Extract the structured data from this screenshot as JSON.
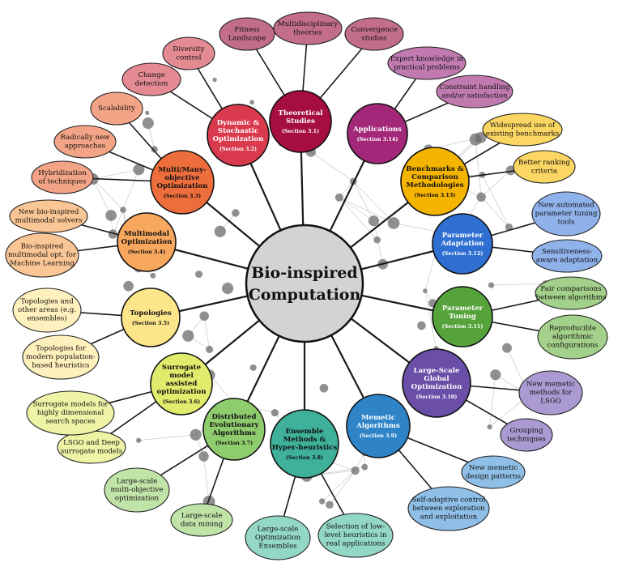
{
  "center": {
    "line1": "Bio-inspired",
    "line2": "Computation",
    "color": "#d3d3d3"
  },
  "hubs": [
    {
      "id": "theoretical",
      "lines": [
        "Theoretical",
        "Studies"
      ],
      "section": "(Section 3.1)",
      "color": "#a50e3f",
      "text_color": "#ffffff"
    },
    {
      "id": "applications",
      "lines": [
        "Applications"
      ],
      "section": "(Section 3.14)",
      "color": "#a3287a",
      "text_color": "#ffffff"
    },
    {
      "id": "benchmarks",
      "lines": [
        "Benchmarks &",
        "Comparison",
        "Methodologies"
      ],
      "section": "(Section 3.13)",
      "color": "#f5b400",
      "text_color": "#111111"
    },
    {
      "id": "param-adapt",
      "lines": [
        "Parameter",
        "Adaptation"
      ],
      "section": "(Section 3.12)",
      "color": "#2e6fd1",
      "text_color": "#ffffff"
    },
    {
      "id": "param-tuning",
      "lines": [
        "Parameter",
        "Tuning"
      ],
      "section": "(Section 3.11)",
      "color": "#56a33c",
      "text_color": "#ffffff"
    },
    {
      "id": "lsgo",
      "lines": [
        "Large-Scale",
        "Global",
        "Optimization"
      ],
      "section": "(Section 3.10)",
      "color": "#6a4ea8",
      "text_color": "#ffffff"
    },
    {
      "id": "memetic",
      "lines": [
        "Memetic",
        "Algorithms"
      ],
      "section": "(Section 3.9)",
      "color": "#2f84c8",
      "text_color": "#ffffff"
    },
    {
      "id": "ensemble",
      "lines": [
        "Ensemble",
        "Methods &",
        "Hyper-heuristics"
      ],
      "section": "(Section 3.8)",
      "color": "#3fb09a",
      "text_color": "#111111"
    },
    {
      "id": "distributed",
      "lines": [
        "Distributed",
        "Evolutionary",
        "Algorithms"
      ],
      "section": "(Section 3.7)",
      "color": "#8fcc6e",
      "text_color": "#111111"
    },
    {
      "id": "surrogate",
      "lines": [
        "Surrogate",
        "model",
        "assisted",
        "optimization"
      ],
      "section": "(Section 3.6)",
      "color": "#e2ec6c",
      "text_color": "#111111"
    },
    {
      "id": "topologies",
      "lines": [
        "Topologies"
      ],
      "section": "(Section 3.5)",
      "color": "#fde68a",
      "text_color": "#111111"
    },
    {
      "id": "multimodal",
      "lines": [
        "Multimodal",
        "Optimization"
      ],
      "section": "(Section 3.4)",
      "color": "#f8a75e",
      "text_color": "#111111"
    },
    {
      "id": "multiobj",
      "lines": [
        "Multi/Many-",
        "objective",
        "Optimization"
      ],
      "section": "(Section 3.3)",
      "color": "#ee6d3c",
      "text_color": "#111111"
    },
    {
      "id": "dynamic",
      "lines": [
        "Dynamic &",
        "Stochastic",
        "Optimization"
      ],
      "section": "(Section 3.2)",
      "color": "#d93a4d",
      "text_color": "#ffffff"
    }
  ],
  "leaves": [
    {
      "hub": "theoretical",
      "lines": [
        "Fitness",
        "Landscape"
      ],
      "color": "#c26e8a"
    },
    {
      "hub": "theoretical",
      "lines": [
        "Multidisciplinary",
        "theories"
      ],
      "color": "#c26e8a"
    },
    {
      "hub": "theoretical",
      "lines": [
        "Convergence",
        "studies"
      ],
      "color": "#c26e8a"
    },
    {
      "hub": "applications",
      "lines": [
        "Expert knowledge in",
        "practical problems"
      ],
      "color": "#c07ab0"
    },
    {
      "hub": "applications",
      "lines": [
        "Constraint handling",
        "and/or satisfaction"
      ],
      "color": "#c07ab0"
    },
    {
      "hub": "benchmarks",
      "lines": [
        "Widespread use of",
        "existing benchmarks"
      ],
      "color": "#fbd662"
    },
    {
      "hub": "benchmarks",
      "lines": [
        "Better ranking",
        "criteria"
      ],
      "color": "#fbd662"
    },
    {
      "hub": "param-adapt",
      "lines": [
        "New automated",
        "parameter tuning",
        "tools"
      ],
      "color": "#8fb2ea"
    },
    {
      "hub": "param-adapt",
      "lines": [
        "Sensitiveness-",
        "aware adaptation"
      ],
      "color": "#8fb2ea"
    },
    {
      "hub": "param-tuning",
      "lines": [
        "Fair comparisons",
        "between algorithms"
      ],
      "color": "#a3d08a"
    },
    {
      "hub": "param-tuning",
      "lines": [
        "Reproducible",
        "algorithmic",
        "configurations"
      ],
      "color": "#a3d08a"
    },
    {
      "hub": "lsgo",
      "lines": [
        "New memetic",
        "methods for",
        "LSGO"
      ],
      "color": "#aa9ad1"
    },
    {
      "hub": "lsgo",
      "lines": [
        "Grouping",
        "techniques"
      ],
      "color": "#aa9ad1"
    },
    {
      "hub": "memetic",
      "lines": [
        "New memetic",
        "design patterns"
      ],
      "color": "#8fbfe6"
    },
    {
      "hub": "memetic",
      "lines": [
        "Self-adaptive control",
        "between exploration",
        "and exploitation"
      ],
      "color": "#8fbfe6"
    },
    {
      "hub": "ensemble",
      "lines": [
        "Selection of low-",
        "level heuristics in",
        "real applications"
      ],
      "color": "#93d7c6"
    },
    {
      "hub": "ensemble",
      "lines": [
        "Large-scale",
        "Optimization",
        "Ensembles"
      ],
      "color": "#93d7c6"
    },
    {
      "hub": "distributed",
      "lines": [
        "Large-scale",
        "data mining"
      ],
      "color": "#c0e3a8"
    },
    {
      "hub": "distributed",
      "lines": [
        "Large-scale",
        "multi-objective",
        "optimization"
      ],
      "color": "#c0e3a8"
    },
    {
      "hub": "surrogate",
      "lines": [
        "LSGO and Deep",
        "surrogate models"
      ],
      "color": "#eef3a6"
    },
    {
      "hub": "surrogate",
      "lines": [
        "Surrogate models for",
        "highly dimensional",
        "search spaces"
      ],
      "color": "#eef3a6"
    },
    {
      "hub": "topologies",
      "lines": [
        "Topologies for",
        "modern population-",
        "based heuristics"
      ],
      "color": "#fff1bd"
    },
    {
      "hub": "topologies",
      "lines": [
        "Topologies and",
        "other areas (e.g.",
        "ensembles)"
      ],
      "color": "#fff1bd"
    },
    {
      "hub": "multimodal",
      "lines": [
        "Bio-inspired",
        "multimodal opt. for",
        "Machine Learning"
      ],
      "color": "#fbc695"
    },
    {
      "hub": "multimodal",
      "lines": [
        "New bio-inspired",
        "multimodal solvers"
      ],
      "color": "#fbc695"
    },
    {
      "hub": "multiobj",
      "lines": [
        "Hybridization",
        "of techniques"
      ],
      "color": "#f4a486"
    },
    {
      "hub": "multiobj",
      "lines": [
        "Radically new",
        "approaches"
      ],
      "color": "#f4a486"
    },
    {
      "hub": "multiobj",
      "lines": [
        "Scalability"
      ],
      "color": "#f4a486"
    },
    {
      "hub": "dynamic",
      "lines": [
        "Change",
        "detection"
      ],
      "color": "#e48a93"
    },
    {
      "hub": "dynamic",
      "lines": [
        "Diversity",
        "control"
      ],
      "color": "#e48a93"
    }
  ],
  "colors": {
    "background_dot": "#6b6b6b",
    "edge": "#1a1a1a",
    "faint_edge": "#c9c9c9"
  }
}
